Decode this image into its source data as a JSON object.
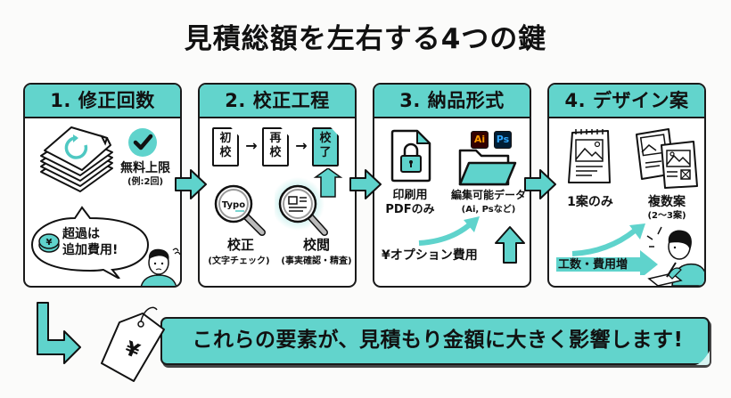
{
  "title": "見積総額を左右する4つの鍵",
  "colors": {
    "accent": "#62d4cc",
    "outline": "#1a1a1a",
    "ai_bg": "#330000",
    "ai_fg": "#ff9a00",
    "ps_bg": "#001e36",
    "ps_fg": "#31a8ff"
  },
  "cards": [
    {
      "heading": "1. 修正回数",
      "icons": [
        "stacked-paper-revision-icon",
        "checkmark-icon",
        "yen-coin-icon",
        "worried-person-icon"
      ],
      "free_limit": "無料上限",
      "free_limit_example": "(例:2回)",
      "bubble_line1": "超過は",
      "bubble_line2": "追加費用!"
    },
    {
      "heading": "2. 校正工程",
      "stages": [
        {
          "l1": "初",
          "l2": "校"
        },
        {
          "l1": "再",
          "l2": "校"
        },
        {
          "l1": "校",
          "l2": "了"
        }
      ],
      "typo_label": "Typo",
      "item1": "校正",
      "item1_sub": "(文字チェック)",
      "item2": "校閲",
      "item2_sub": "(事実確認・精査)"
    },
    {
      "heading": "3. 納品形式",
      "pdf_line1": "印刷用",
      "pdf_line2": "PDFのみ",
      "editable_line1": "編集可能データ",
      "editable_line2": "(Ai, Psなど)",
      "ai_badge": "Ai",
      "ps_badge": "Ps",
      "option_fee": "¥オプション費用"
    },
    {
      "heading": "4. デザイン案",
      "single": "1案のみ",
      "multiple": "複数案",
      "multiple_sub": "(2〜3案)",
      "cost_up": "工数・費用増"
    }
  ],
  "bottom": {
    "tag_symbol": "¥",
    "message": "これらの要素が、見積もり金額に大きく影響します!"
  }
}
